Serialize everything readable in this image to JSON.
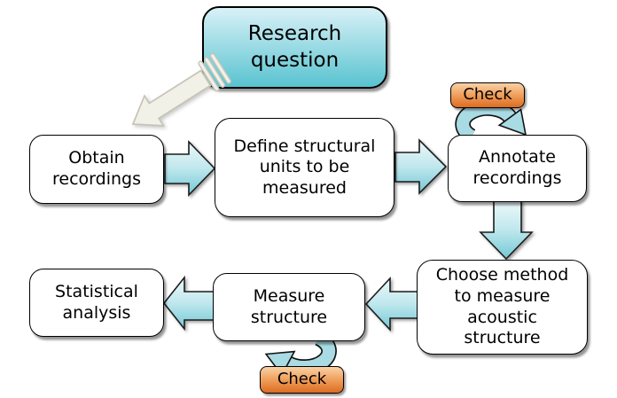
{
  "diagram": {
    "nodes": {
      "research_question": "Research\nquestion",
      "obtain_recordings": "Obtain\nrecordings",
      "define_units": "Define structural\nunits to be\nmeasured",
      "check_top": "Check",
      "annotate_recordings": "Annotate\nrecordings",
      "choose_method": "Choose method\nto measure\nacoustic\nstructure",
      "measure_structure": "Measure\nstructure",
      "statistical_analysis": "Statistical\nanalysis",
      "check_bottom": "Check"
    },
    "edges": [
      {
        "from": "research_question",
        "to": "obtain_recordings",
        "style": "outline-arrow"
      },
      {
        "from": "obtain_recordings",
        "to": "define_units",
        "style": "block-arrow"
      },
      {
        "from": "define_units",
        "to": "annotate_recordings",
        "style": "block-arrow"
      },
      {
        "from": "check_top",
        "to": "annotate_recordings",
        "style": "circular-loop-arrow"
      },
      {
        "from": "annotate_recordings",
        "to": "choose_method",
        "style": "block-arrow"
      },
      {
        "from": "choose_method",
        "to": "measure_structure",
        "style": "block-arrow"
      },
      {
        "from": "check_bottom",
        "to": "measure_structure",
        "style": "circular-loop-arrow"
      },
      {
        "from": "measure_structure",
        "to": "statistical_analysis",
        "style": "block-arrow"
      }
    ],
    "colors": {
      "text": "#000000",
      "node_fill": "#ffffff",
      "node_border": "#000000",
      "research_gradient_top": "#d9f1f7",
      "research_gradient_bottom": "#58c3d0",
      "arrow_gradient_top": "#ecf8f9",
      "arrow_gradient_bottom": "#74c8d5",
      "loop_arrow_fill": "#a9dbe4",
      "check_gradient_top": "#f9d2a6",
      "check_gradient_bottom": "#dd6c22",
      "start_arrow_fill": "#f2f1e8"
    }
  }
}
